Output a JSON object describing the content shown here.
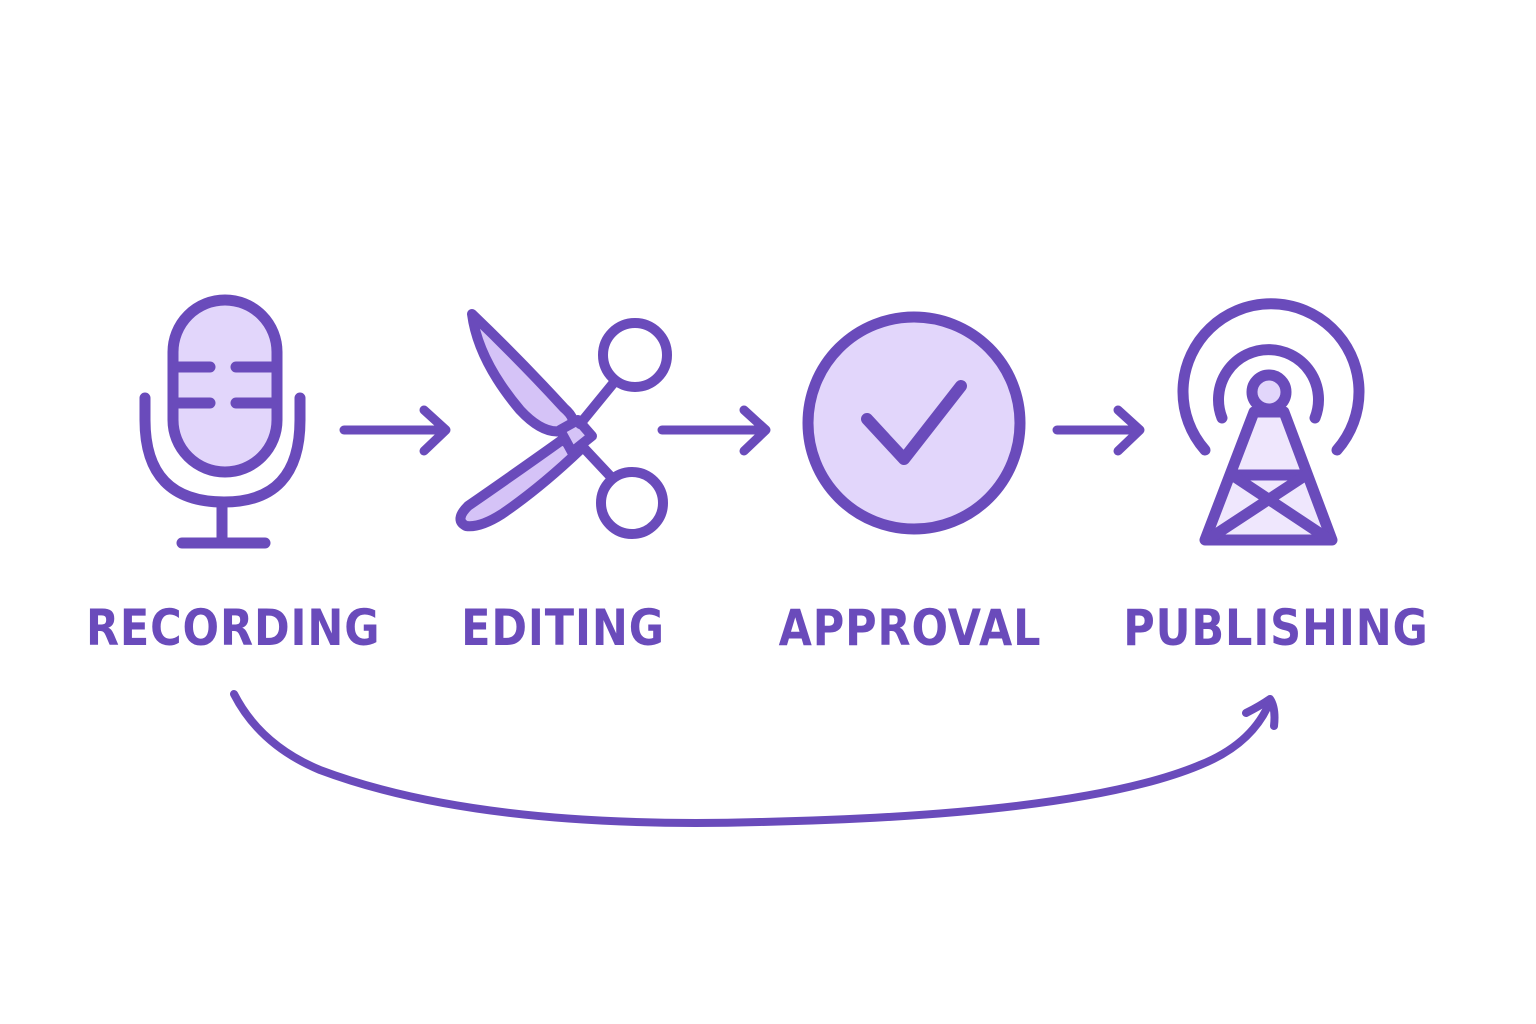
{
  "diagram": {
    "type": "workflow",
    "colors": {
      "stroke": "#6a4bbb",
      "fill": "#e2d6fb",
      "background": "#ffffff"
    },
    "steps": [
      {
        "id": "recording",
        "label": "RECORDING",
        "icon": "microphone-icon"
      },
      {
        "id": "editing",
        "label": "EDITING",
        "icon": "scissors-icon"
      },
      {
        "id": "approval",
        "label": "APPROVAL",
        "icon": "check-circle-icon"
      },
      {
        "id": "publishing",
        "label": "PUBLISHING",
        "icon": "broadcast-tower-icon"
      }
    ],
    "connectors": [
      {
        "from": "recording",
        "to": "editing",
        "style": "straight-arrow"
      },
      {
        "from": "editing",
        "to": "approval",
        "style": "straight-arrow"
      },
      {
        "from": "approval",
        "to": "publishing",
        "style": "straight-arrow"
      },
      {
        "from": "recording",
        "to": "publishing",
        "style": "curved-arrow-below"
      }
    ]
  }
}
